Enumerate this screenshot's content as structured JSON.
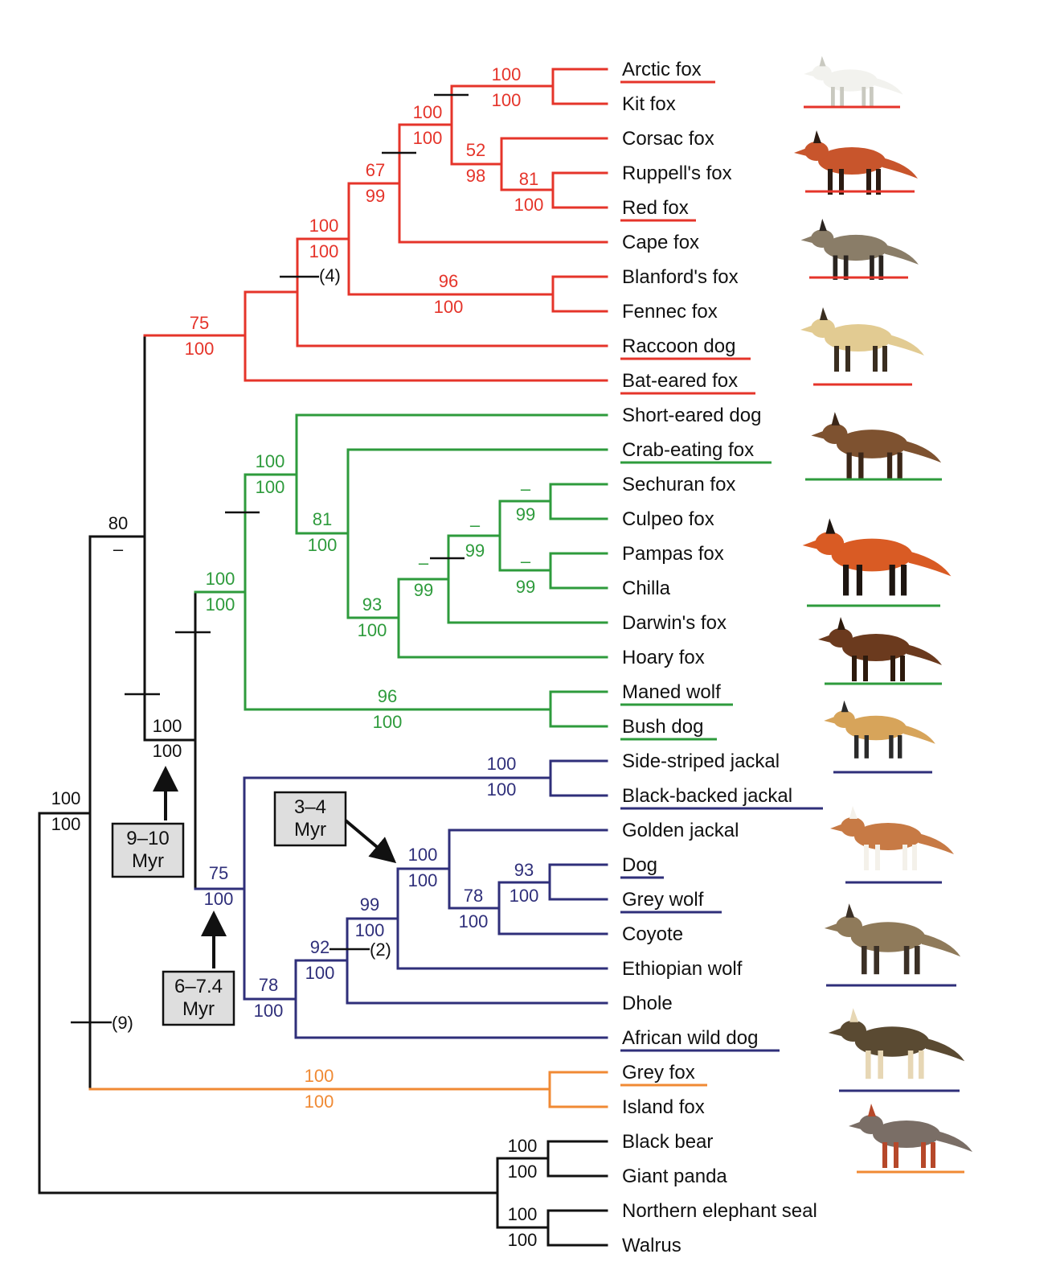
{
  "colors": {
    "red_clade": "#e5342a",
    "green_clade": "#2e9b3c",
    "blue_clade": "#2f2f7a",
    "orange_clade": "#f08a34",
    "outgroup": "#111111",
    "box_fill": "#dedede"
  },
  "taxa": [
    {
      "label": "Arctic fox",
      "underlined": true,
      "clade": "red"
    },
    {
      "label": "Kit fox",
      "underlined": false,
      "clade": "red"
    },
    {
      "label": "Corsac fox",
      "underlined": false,
      "clade": "red"
    },
    {
      "label": "Ruppell's fox",
      "underlined": false,
      "clade": "red"
    },
    {
      "label": "Red fox",
      "underlined": true,
      "clade": "red"
    },
    {
      "label": "Cape fox",
      "underlined": false,
      "clade": "red"
    },
    {
      "label": "Blanford's fox",
      "underlined": false,
      "clade": "red"
    },
    {
      "label": "Fennec fox",
      "underlined": false,
      "clade": "red"
    },
    {
      "label": "Raccoon dog",
      "underlined": true,
      "clade": "red"
    },
    {
      "label": "Bat-eared fox",
      "underlined": true,
      "clade": "red"
    },
    {
      "label": "Short-eared dog",
      "underlined": false,
      "clade": "green"
    },
    {
      "label": "Crab-eating fox",
      "underlined": true,
      "clade": "green"
    },
    {
      "label": "Sechuran fox",
      "underlined": false,
      "clade": "green"
    },
    {
      "label": "Culpeo fox",
      "underlined": false,
      "clade": "green"
    },
    {
      "label": "Pampas fox",
      "underlined": false,
      "clade": "green"
    },
    {
      "label": "Chilla",
      "underlined": false,
      "clade": "green"
    },
    {
      "label": "Darwin's fox",
      "underlined": false,
      "clade": "green"
    },
    {
      "label": "Hoary fox",
      "underlined": false,
      "clade": "green"
    },
    {
      "label": "Maned wolf",
      "underlined": true,
      "clade": "green"
    },
    {
      "label": "Bush dog",
      "underlined": true,
      "clade": "green"
    },
    {
      "label": "Side-striped jackal",
      "underlined": false,
      "clade": "blue"
    },
    {
      "label": "Black-backed jackal",
      "underlined": true,
      "clade": "blue"
    },
    {
      "label": "Golden jackal",
      "underlined": false,
      "clade": "blue"
    },
    {
      "label": "Dog",
      "underlined": true,
      "clade": "blue"
    },
    {
      "label": "Grey wolf",
      "underlined": true,
      "clade": "blue"
    },
    {
      "label": "Coyote",
      "underlined": false,
      "clade": "blue"
    },
    {
      "label": "Ethiopian wolf",
      "underlined": false,
      "clade": "blue"
    },
    {
      "label": "Dhole",
      "underlined": false,
      "clade": "blue"
    },
    {
      "label": "African wild dog",
      "underlined": true,
      "clade": "blue"
    },
    {
      "label": "Grey fox",
      "underlined": true,
      "clade": "orange"
    },
    {
      "label": "Island fox",
      "underlined": false,
      "clade": "orange"
    },
    {
      "label": "Black bear",
      "underlined": false,
      "clade": "outgroup"
    },
    {
      "label": "Giant panda",
      "underlined": false,
      "clade": "outgroup"
    },
    {
      "label": "Northern elephant seal",
      "underlined": false,
      "clade": "outgroup"
    },
    {
      "label": "Walrus",
      "underlined": false,
      "clade": "outgroup"
    }
  ],
  "support_values": [
    {
      "upper": "100",
      "lower": "100",
      "clade": "red"
    },
    {
      "upper": "100",
      "lower": "100",
      "clade": "red"
    },
    {
      "upper": "52",
      "lower": "98",
      "clade": "red"
    },
    {
      "upper": "81",
      "lower": "100",
      "clade": "red"
    },
    {
      "upper": "67",
      "lower": "99",
      "clade": "red"
    },
    {
      "upper": "100",
      "lower": "100",
      "clade": "red"
    },
    {
      "upper": "96",
      "lower": "100",
      "clade": "red"
    },
    {
      "upper": "75",
      "lower": "100",
      "clade": "red"
    },
    {
      "upper": "100",
      "lower": "100",
      "clade": "green"
    },
    {
      "upper": "81",
      "lower": "100",
      "clade": "green"
    },
    {
      "upper": "–",
      "lower": "99",
      "clade": "green"
    },
    {
      "upper": "–",
      "lower": "99",
      "clade": "green"
    },
    {
      "upper": "–",
      "lower": "99",
      "clade": "green"
    },
    {
      "upper": "–",
      "lower": "99",
      "clade": "green"
    },
    {
      "upper": "93",
      "lower": "100",
      "clade": "green"
    },
    {
      "upper": "100",
      "lower": "100",
      "clade": "green"
    },
    {
      "upper": "96",
      "lower": "100",
      "clade": "green"
    },
    {
      "upper": "100",
      "lower": "100",
      "clade": "blue"
    },
    {
      "upper": "100",
      "lower": "100",
      "clade": "blue"
    },
    {
      "upper": "93",
      "lower": "100",
      "clade": "blue"
    },
    {
      "upper": "78",
      "lower": "100",
      "clade": "blue"
    },
    {
      "upper": "99",
      "lower": "100",
      "clade": "blue"
    },
    {
      "upper": "92",
      "lower": "100",
      "clade": "blue"
    },
    {
      "upper": "78",
      "lower": "100",
      "clade": "blue"
    },
    {
      "upper": "75",
      "lower": "100",
      "clade": "blue"
    },
    {
      "upper": "100",
      "lower": "100",
      "clade": "orange"
    },
    {
      "upper": "80",
      "lower": "–",
      "clade": "outgroup"
    },
    {
      "upper": "100",
      "lower": "100",
      "clade": "outgroup"
    },
    {
      "upper": "100",
      "lower": "100",
      "clade": "outgroup"
    },
    {
      "upper": "100",
      "lower": "100",
      "clade": "outgroup"
    },
    {
      "upper": "100",
      "lower": "100",
      "clade": "outgroup"
    }
  ],
  "indel_notes": [
    "(4)",
    "(2)",
    "(9)"
  ],
  "date_boxes": [
    {
      "line1": "9–10",
      "line2": "Myr"
    },
    {
      "line1": "6–7.4",
      "line2": "Myr"
    },
    {
      "line1": "3–4",
      "line2": "Myr"
    }
  ],
  "illustrations": [
    {
      "icon": "arctic-fox-illustration",
      "clade": "red"
    },
    {
      "icon": "red-fox-illustration",
      "clade": "red"
    },
    {
      "icon": "raccoon-dog-illustration",
      "clade": "red"
    },
    {
      "icon": "bat-eared-fox-illustration",
      "clade": "red"
    },
    {
      "icon": "crab-eating-fox-illustration",
      "clade": "green"
    },
    {
      "icon": "maned-wolf-illustration",
      "clade": "green"
    },
    {
      "icon": "bush-dog-illustration",
      "clade": "green"
    },
    {
      "icon": "black-backed-jackal-illustration",
      "clade": "blue"
    },
    {
      "icon": "dog-illustration",
      "clade": "blue"
    },
    {
      "icon": "grey-wolf-illustration",
      "clade": "blue"
    },
    {
      "icon": "african-wild-dog-illustration",
      "clade": "blue"
    },
    {
      "icon": "grey-fox-illustration",
      "clade": "orange"
    }
  ]
}
